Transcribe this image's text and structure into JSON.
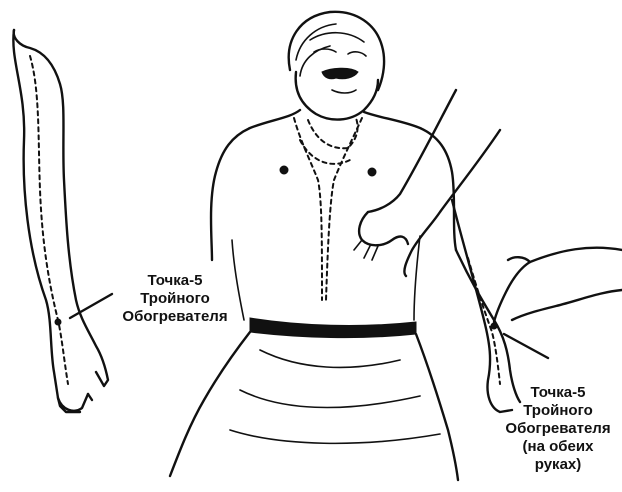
{
  "labels": {
    "left": [
      "Точка-5",
      "Тройного",
      "Обогревателя"
    ],
    "right": [
      "Точка-5",
      "Тройного",
      "Обогревателя",
      "(на обеих",
      "руках)"
    ]
  },
  "colors": {
    "ink": "#111111",
    "background": "#ffffff"
  }
}
